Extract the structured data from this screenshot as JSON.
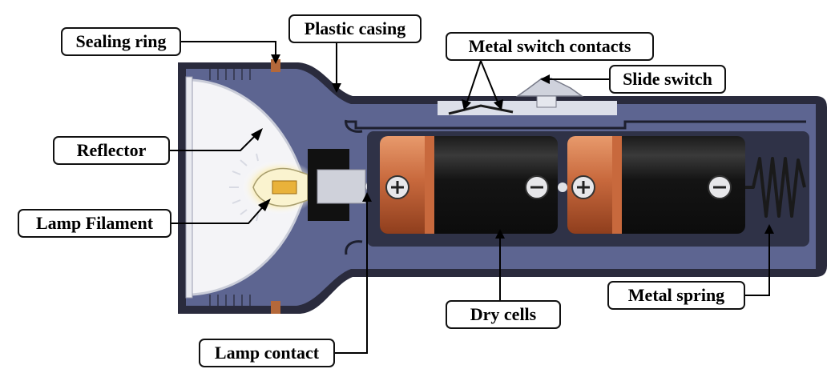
{
  "labels": {
    "sealing_ring": "Sealing ring",
    "plastic_casing": "Plastic casing",
    "metal_switch_contacts": "Metal switch contacts",
    "slide_switch": "Slide switch",
    "reflector": "Reflector",
    "lamp_filament": "Lamp Filament",
    "dry_cells": "Dry cells",
    "metal_spring": "Metal spring",
    "lamp_contact": "Lamp contact"
  },
  "colors": {
    "casing_dark": "#2a2b3d",
    "casing_body": "#5d6591",
    "cell_black": "#141414",
    "cell_copper": "#c8693d",
    "reflector": "#f4f4f7",
    "label_border": "#111111"
  }
}
